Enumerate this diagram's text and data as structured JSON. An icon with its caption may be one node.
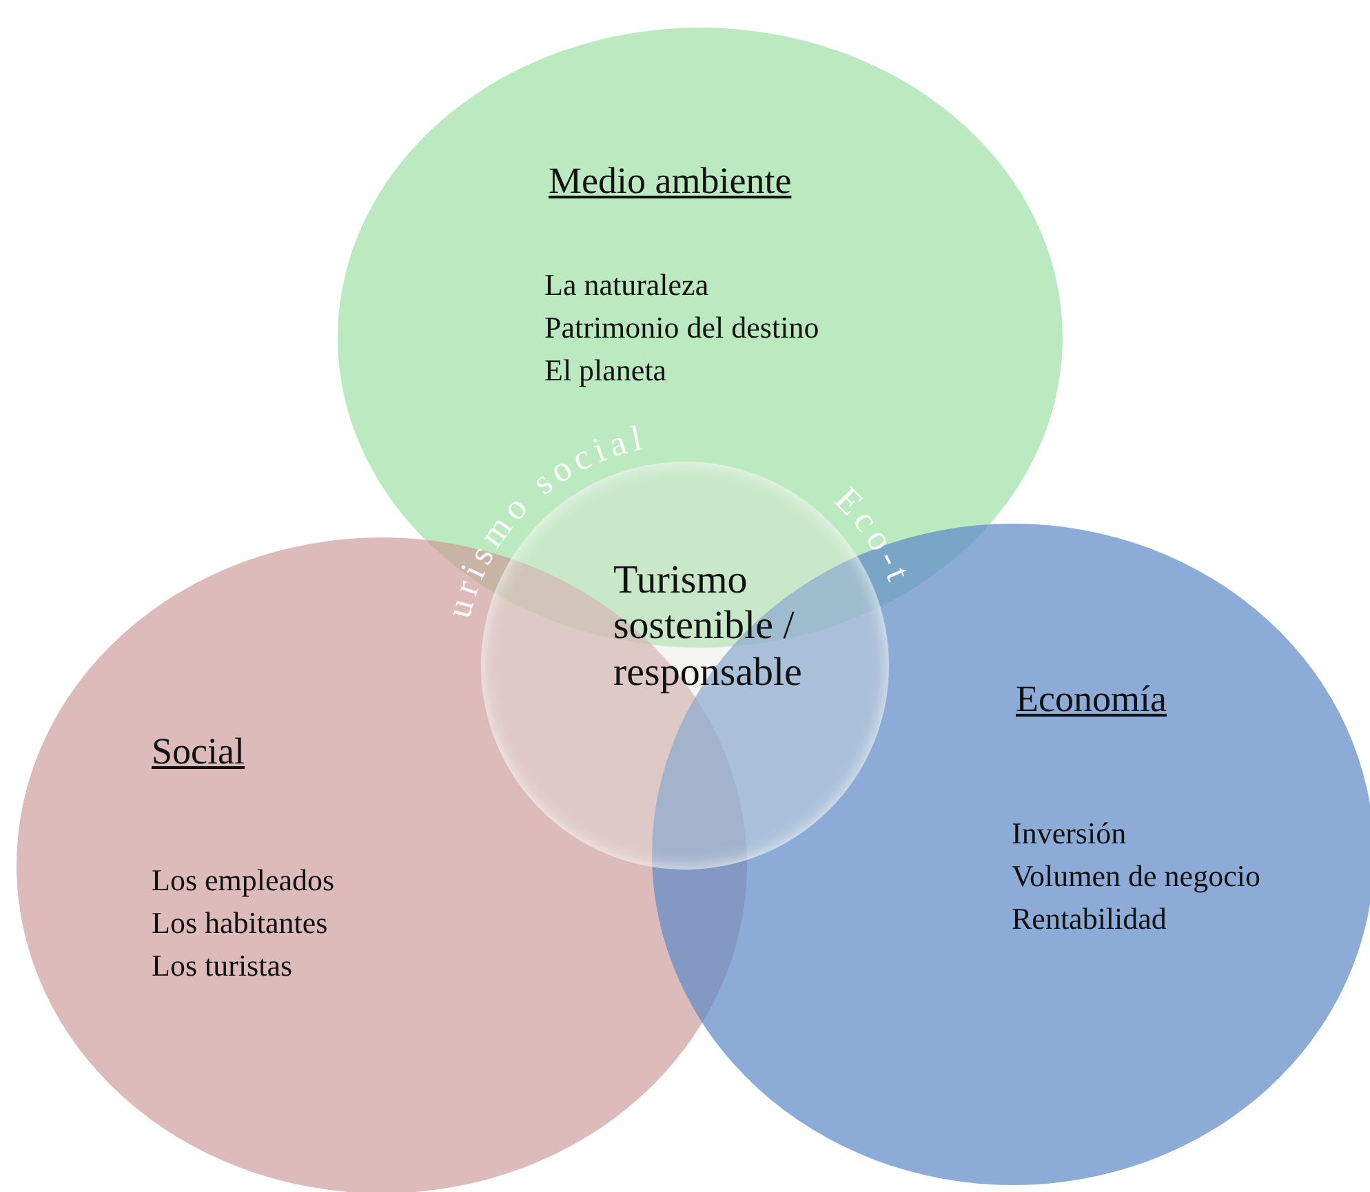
{
  "diagram": {
    "nodes": [
      {
        "text": [
          "Medio ambiente",
          "La naturaleza",
          "Patrimonio del destino",
          "El planeta"
        ]
      },
      {
        "text": [
          "Turismo sostenible / responsable"
        ]
      },
      {
        "text": [
          "Social",
          "Los empleados",
          "Los habitantes",
          "Los turistas"
        ]
      },
      {
        "text": [
          "Economía",
          "Inversión",
          "Volumen de negocio",
          "Rentabilidad"
        ]
      }
    ],
    "labels": [
      "urismo social",
      "Eco-t"
    ]
  }
}
